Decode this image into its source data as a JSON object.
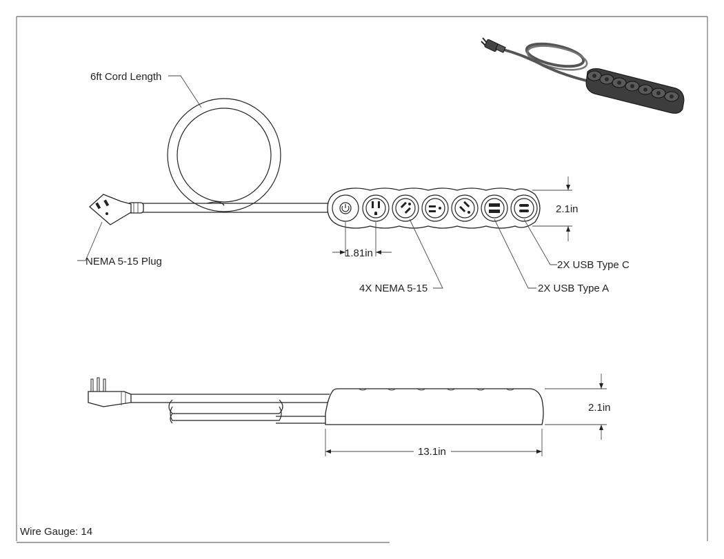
{
  "labels": {
    "cord_length": "6ft Cord Length",
    "plug": "NEMA 5-15 Plug",
    "outlet_spacing": "1.81in",
    "outlets": "4X NEMA 5-15",
    "usb_c": "2X USB Type C",
    "usb_a": "2X USB Type A",
    "top_height": "2.1in",
    "side_height": "2.1in",
    "length": "13.1in",
    "wire_gauge": "Wire Gauge: 14"
  },
  "icons": {
    "power_switch": "power-icon",
    "outlet": "nema-5-15-outlet-icon",
    "usb_a_port": "usb-a-port-icon",
    "usb_c_port": "usb-c-port-icon",
    "plug": "nema-5-15-plug-icon"
  },
  "colors": {
    "line": "#222222",
    "render_body": "#3d3d3d"
  }
}
